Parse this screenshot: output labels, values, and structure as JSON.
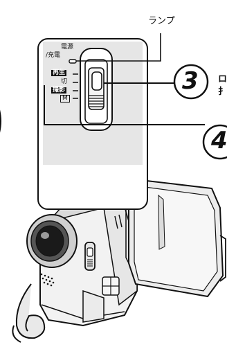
{
  "callout": {
    "lamp_label": "ランプ"
  },
  "switch": {
    "power_label": "電源",
    "charge_label": "/充電",
    "play_label": "再生",
    "off_label": "切",
    "record_label": "撮影",
    "manual_label": "M"
  },
  "steps": {
    "step3": "3",
    "step4": "4",
    "side_text_1": "ロ",
    "side_text_2": "扌"
  }
}
